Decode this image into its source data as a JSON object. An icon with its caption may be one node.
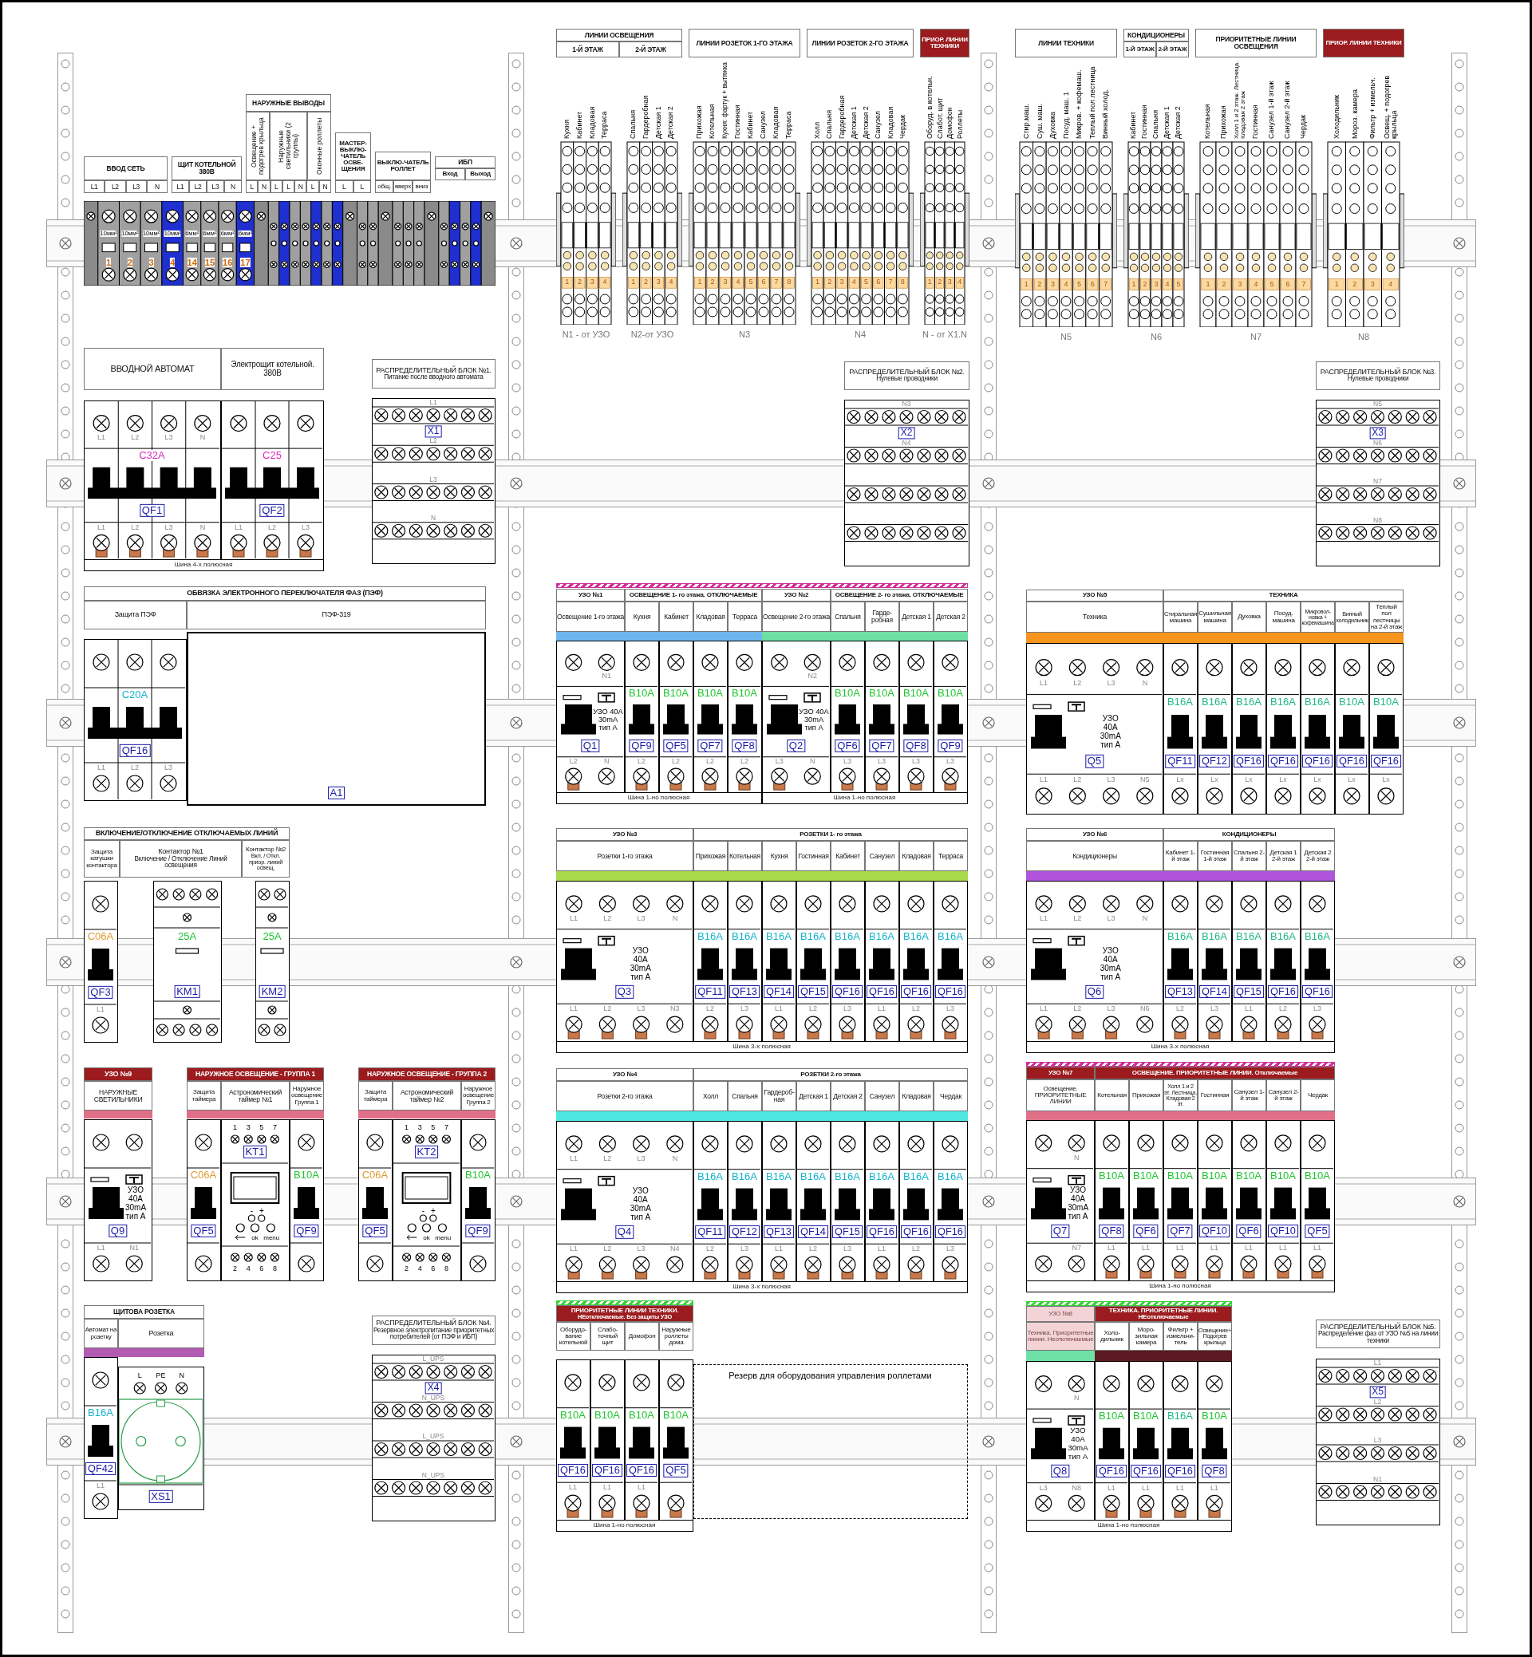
{
  "diagram": {
    "nodes": [
      {
        "text": [
          "ВВОД СЕТЬ"
        ]
      },
      {
        "text": [
          "L1"
        ]
      },
      {
        "text": [
          "L2"
        ]
      },
      {
        "text": [
          "L3"
        ]
      },
      {
        "text": [
          "N"
        ]
      },
      {
        "text": [
          "ЩИТ КОТЕЛЬНОЙ 380В"
        ]
      },
      {
        "text": [
          "L1"
        ]
      },
      {
        "text": [
          "L2"
        ]
      },
      {
        "text": [
          "L3"
        ]
      },
      {
        "text": [
          "N"
        ]
      },
      {
        "text": [
          "НАРУЖНЫЕ ВЫВОДЫ"
        ]
      },
      {
        "text": [
          "Освещение + подогрев крыльца"
        ]
      },
      {
        "text": [
          "Наружные светильники (2 группы)"
        ]
      },
      {
        "text": [
          "Оконные роллеты"
        ]
      },
      {
        "text": [
          "L"
        ]
      },
      {
        "text": [
          "N"
        ]
      },
      {
        "text": [
          "L"
        ]
      },
      {
        "text": [
          "L"
        ]
      },
      {
        "text": [
          "N"
        ]
      },
      {
        "text": [
          "L"
        ]
      },
      {
        "text": [
          "N"
        ]
      },
      {
        "text": [
          "МАСТЕР-ВЫКЛЮ-ЧАТЕЛЬ ОСВЕ-ЩЕНИЯ"
        ]
      },
      {
        "text": [
          "L"
        ]
      },
      {
        "text": [
          "L"
        ]
      },
      {
        "text": [
          "ВЫКЛЮ-ЧАТЕЛЬ РОЛЛЕТ"
        ]
      },
      {
        "text": [
          "общ."
        ]
      },
      {
        "text": [
          "вверх"
        ]
      },
      {
        "text": [
          "вниз"
        ]
      },
      {
        "text": [
          "ИБП"
        ]
      },
      {
        "text": [
          "Вход"
        ]
      },
      {
        "text": [
          "Выход"
        ]
      },
      {
        "text": [
          "10мм²",
          "10мм²",
          "10мм²",
          "10мм²",
          "6мм²",
          "6мм²",
          "6мм²",
          "6мм²",
          "1",
          "2",
          "3",
          "4",
          "14",
          "15",
          "16",
          "17"
        ]
      },
      {
        "text": [
          "ВВОДНОЙ АВТОМАТ"
        ]
      },
      {
        "text": [
          "Электрощит котельной. 380В"
        ]
      },
      {
        "text": [
          "Шина 4-х полюсная"
        ]
      },
      {
        "text": [
          "L1",
          "L2",
          "L3",
          "N",
          "C32A",
          "QF1",
          "L1",
          "L2",
          "L3",
          "N"
        ],
        "in": 34
      },
      {
        "text": [
          "C25",
          "QF2",
          "L1",
          "L2",
          "L3"
        ],
        "in": 34
      },
      {
        "text": [
          "РАСПРЕДЕЛИТЕЛЬНЫЙ БЛОК №1.",
          "Питание после вводного автомата"
        ]
      },
      {
        "text": [
          "L1",
          "X1",
          "L2",
          "L3",
          "N"
        ]
      },
      {
        "text": [
          "ОБВЯЗКА ЭЛЕКТРОННОГО ПЕРЕКЛЮЧАТЕЛЯ ФАЗ (ПЭФ)"
        ]
      },
      {
        "text": [
          "Защита ПЭФ"
        ]
      },
      {
        "text": [
          "ПЭФ-319"
        ]
      },
      {
        "text": [
          "C20A",
          "QF16",
          "L1",
          "L2",
          "L3"
        ]
      },
      {
        "text": [
          "A1"
        ]
      },
      {
        "text": [
          "ВКЛЮЧЕНИЕ/ОТКЛЮЧЕНИЕ ОТКЛЮЧАЕМЫХ ЛИНИЙ"
        ]
      },
      {
        "text": [
          "Защита катушки контактора"
        ]
      },
      {
        "text": [
          "Контактор №1",
          "Включение / Отключение Линий освещения"
        ]
      },
      {
        "text": [
          "Контактор №2",
          "Вкл. / Откл. приор. линий освещ."
        ]
      },
      {
        "text": [
          "C06A",
          "QF3",
          "L1"
        ]
      },
      {
        "text": [
          "25A",
          "KM1"
        ]
      },
      {
        "text": [
          "25A",
          "KM2"
        ]
      },
      {
        "text": [
          "УЗО №9"
        ]
      },
      {
        "text": [
          "НАРУЖНЫЕ СВЕТИЛЬНИКИ"
        ]
      },
      {
        "text": [
          "УЗО 40A 30mA тип А",
          "Q9",
          "L1",
          "N1"
        ]
      },
      {
        "text": [
          "НАРУЖНОЕ ОСВЕЩЕНИЕ - ГРУППА 1"
        ]
      },
      {
        "text": [
          "Защита таймера"
        ]
      },
      {
        "text": [
          "Астрономический таймер №1"
        ]
      },
      {
        "text": [
          "Наружное освещение Группа 1"
        ]
      },
      {
        "text": [
          "C06A",
          "QF5"
        ]
      },
      {
        "text": [
          "1",
          "3",
          "5",
          "7",
          "KT1",
          "-",
          "+",
          "ok",
          "menu",
          "2",
          "4",
          "6",
          "8"
        ]
      },
      {
        "text": [
          "B10A",
          "QF9"
        ]
      },
      {
        "text": [
          "НАРУЖНОЕ ОСВЕЩЕНИЕ - ГРУППА 2"
        ]
      },
      {
        "text": [
          "Защита таймера"
        ]
      },
      {
        "text": [
          "Астрономический таймер №2"
        ]
      },
      {
        "text": [
          "Наружное освещение Группа 2"
        ]
      },
      {
        "text": [
          "C06A",
          "QF5"
        ]
      },
      {
        "text": [
          "1",
          "3",
          "5",
          "7",
          "KT2",
          "-",
          "+",
          "ok",
          "menu",
          "2",
          "4",
          "6",
          "8"
        ]
      },
      {
        "text": [
          "B10A",
          "QF9"
        ]
      },
      {
        "text": [
          "ЩИТОВА РОЗЕТКА"
        ]
      },
      {
        "text": [
          "Автомат на розетку"
        ]
      },
      {
        "text": [
          "Розетка"
        ]
      },
      {
        "text": [
          "B16A",
          "QF42",
          "L1"
        ]
      },
      {
        "text": [
          "L",
          "PE",
          "N",
          "XS1"
        ]
      },
      {
        "text": [
          "РАСПРЕДЕЛИТЕЛЬНЫЙ БЛОК №4.",
          "Резервное электропитание приоритетных потребителей (от ПЭФ и ИБП)"
        ]
      },
      {
        "text": [
          "L_UPS",
          "X4",
          "N_UPS",
          "L_UPS",
          "N_UPS"
        ]
      },
      {
        "text": [
          "ЛИНИИ ОСВЕЩЕНИЯ"
        ]
      },
      {
        "text": [
          "1-Й ЭТАЖ"
        ]
      },
      {
        "text": [
          "2-Й ЭТАЖ"
        ]
      },
      {
        "text": [
          "ЛИНИИ РОЗЕТОК 1-ГО ЭТАЖА"
        ]
      },
      {
        "text": [
          "ЛИНИИ РОЗЕТОК 2-ГО ЭТАЖА"
        ]
      },
      {
        "text": [
          "ПРИОР. ЛИНИИ ТЕХНИКИ"
        ]
      },
      {
        "text": [
          "Кухня",
          "Кабинет",
          "Кладовая",
          "Терраса",
          "1",
          "2",
          "3",
          "4"
        ],
        "beside": [
          "N1 - от УЗО"
        ]
      },
      {
        "text": [
          "Спальня",
          "Гардеробная",
          "Детская 1",
          "Детская 2",
          "1",
          "2",
          "3",
          "4"
        ],
        "beside": [
          "N2-от УЗО"
        ]
      },
      {
        "text": [
          "Прихожая",
          "Котельная",
          "Кухня: фартук + вытяжка",
          "Гостинная",
          "Кабинет",
          "Санузел",
          "Кладовая",
          "Терраса",
          "1",
          "2",
          "3",
          "4",
          "5",
          "6",
          "7",
          "8"
        ],
        "beside": [
          "N3"
        ]
      },
      {
        "text": [
          "Холл",
          "Спальня",
          "Гардеробная",
          "Детская 1",
          "Детская 2",
          "Санузел",
          "Кладовая",
          "Чердак",
          "1",
          "2",
          "3",
          "4",
          "5",
          "6",
          "7",
          "8"
        ],
        "beside": [
          "N4"
        ]
      },
      {
        "text": [
          "Оборуд. в котельн.",
          "Слабот. щит",
          "Домофон",
          "Роллеты",
          "1",
          "2",
          "3",
          "4"
        ],
        "beside": [
          "N - от X1.N"
        ]
      },
      {
        "text": [
          "РАСПРЕДЕЛИТЕЛЬНЫЙ БЛОК №2.",
          "Нулевые проводники"
        ]
      },
      {
        "text": [
          "N3",
          "X2",
          "N4"
        ]
      },
      {
        "text": [
          "УЗО №1"
        ]
      },
      {
        "text": [
          "ОСВЕЩЕНИЕ 1- го этажа. ОТКЛЮЧАЕМЫЕ"
        ]
      },
      {
        "text": [
          "УЗО №2"
        ]
      },
      {
        "text": [
          "ОСВЕЩЕНИЕ 2- го этажа. ОТКЛЮЧАЕМЫЕ"
        ]
      },
      {
        "text": [
          "Освещение 1-го этажа"
        ]
      },
      {
        "text": [
          "Кухня"
        ]
      },
      {
        "text": [
          "Кабинет"
        ]
      },
      {
        "text": [
          "Кладовая"
        ]
      },
      {
        "text": [
          "Терраса"
        ]
      },
      {
        "text": [
          "Освещение 2-го этажа"
        ]
      },
      {
        "text": [
          "Спальня"
        ]
      },
      {
        "text": [
          "Гарде-робная"
        ]
      },
      {
        "text": [
          "Детская 1"
        ]
      },
      {
        "text": [
          "Детская 2"
        ]
      },
      {
        "text": [
          "Шина 1-но полюсная"
        ]
      },
      {
        "text": [
          "N1",
          "УЗО 40A 30mA тип А",
          "Q1",
          "L2",
          "N"
        ],
        "in": 102
      },
      {
        "text": [
          "B10A",
          "QF9",
          "L2"
        ],
        "in": 102
      },
      {
        "text": [
          "B10A",
          "QF5",
          "L2"
        ],
        "in": 102
      },
      {
        "text": [
          "B10A",
          "QF7",
          "L2"
        ],
        "in": 102
      },
      {
        "text": [
          "B10A",
          "QF8",
          "L2"
        ],
        "in": 102
      },
      {
        "text": [
          "Шина 1-но полюсная"
        ]
      },
      {
        "text": [
          "N2",
          "УЗО 40A 30mA тип А",
          "Q2",
          "L3",
          "N"
        ],
        "in": 108
      },
      {
        "text": [
          "B10A",
          "QF6",
          "L3"
        ],
        "in": 108
      },
      {
        "text": [
          "B10A",
          "QF7",
          "L3"
        ],
        "in": 108
      },
      {
        "text": [
          "B10A",
          "QF8",
          "L3"
        ],
        "in": 108
      },
      {
        "text": [
          "B10A",
          "QF9",
          "L3"
        ],
        "in": 108
      },
      {
        "text": [
          "УЗО №3"
        ]
      },
      {
        "text": [
          "РОЗЕТКИ 1- го этажа"
        ]
      },
      {
        "text": [
          "Розетки 1-го этажа"
        ]
      },
      {
        "text": [
          "Прихожая"
        ]
      },
      {
        "text": [
          "Котельная"
        ]
      },
      {
        "text": [
          "Кухня"
        ]
      },
      {
        "text": [
          "Гостинная"
        ]
      },
      {
        "text": [
          "Кабинет"
        ]
      },
      {
        "text": [
          "Санузел"
        ]
      },
      {
        "text": [
          "Кладовая"
        ]
      },
      {
        "text": [
          "Терраса"
        ]
      },
      {
        "text": [
          "Шина 3-х полюсная"
        ]
      },
      {
        "text": [
          "L1",
          "L2",
          "L3",
          "N",
          "УЗО 40A 30mA тип А",
          "Q3",
          "L1",
          "L2",
          "L3",
          "N3"
        ],
        "in": 125
      },
      {
        "text": [
          "B16A",
          "QF11",
          "L2"
        ],
        "in": 125
      },
      {
        "text": [
          "B16A",
          "QF13",
          "L3"
        ],
        "in": 125
      },
      {
        "text": [
          "B16A",
          "QF14",
          "L1"
        ],
        "in": 125
      },
      {
        "text": [
          "B16A",
          "QF15",
          "L2"
        ],
        "in": 125
      },
      {
        "text": [
          "B16A",
          "QF16",
          "L3"
        ],
        "in": 125
      },
      {
        "text": [
          "B16A",
          "QF16",
          "L1"
        ],
        "in": 125
      },
      {
        "text": [
          "B16A",
          "QF16",
          "L2"
        ],
        "in": 125
      },
      {
        "text": [
          "B16A",
          "QF16",
          "L3"
        ],
        "in": 125
      },
      {
        "text": [
          "УЗО №4"
        ]
      },
      {
        "text": [
          "РОЗЕТКИ 2-го этажа"
        ]
      },
      {
        "text": [
          "Розетки 2-го этажа"
        ]
      },
      {
        "text": [
          "Холл"
        ]
      },
      {
        "text": [
          "Спальня"
        ]
      },
      {
        "text": [
          "Гардероб-ная"
        ]
      },
      {
        "text": [
          "Детская 1"
        ]
      },
      {
        "text": [
          "Детская 2"
        ]
      },
      {
        "text": [
          "Санузел"
        ]
      },
      {
        "text": [
          "Кладовая"
        ]
      },
      {
        "text": [
          "Чердак"
        ]
      },
      {
        "text": [
          "Шина 3-х полюсная"
        ]
      },
      {
        "text": [
          "L1",
          "L2",
          "L3",
          "N",
          "УЗО 40A 30mA тип А",
          "Q4",
          "L1",
          "L2",
          "L3",
          "N4"
        ],
        "in": 146
      },
      {
        "text": [
          "B16A",
          "QF11",
          "L2"
        ],
        "in": 146
      },
      {
        "text": [
          "B16A",
          "QF12",
          "L3"
        ],
        "in": 146
      },
      {
        "text": [
          "B16A",
          "QF13",
          "L1"
        ],
        "in": 146
      },
      {
        "text": [
          "B16A",
          "QF14",
          "L2"
        ],
        "in": 146
      },
      {
        "text": [
          "B16A",
          "QF15",
          "L3"
        ],
        "in": 146
      },
      {
        "text": [
          "B16A",
          "QF16",
          "L1"
        ],
        "in": 146
      },
      {
        "text": [
          "B16A",
          "QF16",
          "L2"
        ],
        "in": 146
      },
      {
        "text": [
          "B16A",
          "QF16",
          "L3"
        ],
        "in": 146
      },
      {
        "text": [
          "ПРИОРИТЕТНЫЕ ЛИНИИ ТЕХНИКИ.",
          "НЕотключаемые. Без защиты УЗО"
        ]
      },
      {
        "text": [
          "Оборудо-вание котельной"
        ]
      },
      {
        "text": [
          "Слабо-точный щит"
        ]
      },
      {
        "text": [
          "Домофон"
        ]
      },
      {
        "text": [
          "Наружные роллеты дома"
        ]
      },
      {
        "text": [
          "Шина 1-но полюсная"
        ]
      },
      {
        "text": [
          "B10A",
          "QF16",
          "L1"
        ],
        "in": 161
      },
      {
        "text": [
          "B10A",
          "QF16",
          "L1"
        ],
        "in": 161
      },
      {
        "text": [
          "B10A",
          "QF16",
          "L1"
        ],
        "in": 161
      },
      {
        "text": [
          "B10A",
          "QF5"
        ],
        "in": 161
      },
      {
        "text": [
          "Резерв для оборудования управления роллетами"
        ]
      },
      {
        "text": [
          "ЛИНИИ ТЕХНИКИ"
        ]
      },
      {
        "text": [
          "КОНДИЦИОНЕРЫ"
        ]
      },
      {
        "text": [
          "1-Й ЭТАЖ"
        ]
      },
      {
        "text": [
          "2-Й ЭТАЖ"
        ]
      },
      {
        "text": [
          "ПРИОРИТЕТНЫЕ ЛИНИИ ОСВЕЩЕНИЯ"
        ]
      },
      {
        "text": [
          "ПРИОР. ЛИНИИ ТЕХНИКИ"
        ]
      },
      {
        "text": [
          "Стир.маш.",
          "Суш. маш.",
          "Духовка",
          "Посуд. маш. 1",
          "Микров. + кофемаш.",
          "Теплый пол лестница",
          "Винный холод.",
          "1",
          "2",
          "3",
          "4",
          "5",
          "6",
          "7"
        ],
        "beside": [
          "N5"
        ]
      },
      {
        "text": [
          "Кабинет",
          "Гостинная",
          "Спальня",
          "Детская 1",
          "Детская 2",
          "1",
          "2",
          "3",
          "4",
          "5"
        ],
        "beside": [
          "N6"
        ]
      },
      {
        "text": [
          "Котельная",
          "Прихожая",
          "Холл 1 и 2 этаж. Лестница. Кладовая 2 этаж",
          "Гостинная",
          "Санузел 1-й этаж",
          "Санузел 2-й этаж",
          "Чердак",
          "1",
          "2",
          "3",
          "4",
          "5",
          "6",
          "7"
        ],
        "beside": [
          "N7"
        ]
      },
      {
        "text": [
          "Холодильник",
          "Мороз. камера",
          "Фильтр + измельч.",
          "Освещ. + подогрев крыльца",
          "1",
          "2",
          "3",
          "4"
        ],
        "beside": [
          "N8"
        ]
      },
      {
        "text": [
          "РАСПРЕДЕЛИТЕЛЬНЫЙ БЛОК №3.",
          "Нулевые проводники"
        ]
      },
      {
        "text": [
          "N5",
          "X3",
          "N6",
          "N7",
          "N8"
        ]
      },
      {
        "text": [
          "УЗО №5"
        ]
      },
      {
        "text": [
          "ТЕХНИКА"
        ]
      },
      {
        "text": [
          "Техника"
        ]
      },
      {
        "text": [
          "Стиральная машина"
        ]
      },
      {
        "text": [
          "Сушильная машина"
        ]
      },
      {
        "text": [
          "Духовка"
        ]
      },
      {
        "text": [
          "Посуд. машина"
        ]
      },
      {
        "text": [
          "Микровол-новка + кофемашина"
        ]
      },
      {
        "text": [
          "Винный холодильник"
        ]
      },
      {
        "text": [
          "Теплый пол лестницы на 2-й этаж"
        ]
      },
      {
        "text": [
          "L1",
          "L2",
          "L3",
          "N",
          "УЗО 40A 30mA тип А",
          "Q5",
          "L1",
          "L2",
          "L3",
          "N5"
        ]
      },
      {
        "text": [
          "B16A",
          "QF11",
          "Lx"
        ]
      },
      {
        "text": [
          "B16A",
          "QF12",
          "Lx"
        ]
      },
      {
        "text": [
          "B16A",
          "QF16",
          "Lx"
        ]
      },
      {
        "text": [
          "B16A",
          "QF16",
          "Lx"
        ]
      },
      {
        "text": [
          "B16A",
          "QF16",
          "Lx"
        ]
      },
      {
        "text": [
          "B10A",
          "QF16",
          "Lx"
        ]
      },
      {
        "text": [
          "B10A",
          "QF16",
          "Lx"
        ]
      },
      {
        "text": [
          "УЗО №6"
        ]
      },
      {
        "text": [
          "КОНДИЦИОНЕРЫ"
        ]
      },
      {
        "text": [
          "Кондиционеры"
        ]
      },
      {
        "text": [
          "Кабинет 1-й этаж"
        ]
      },
      {
        "text": [
          "Гостинная 1-й этаж"
        ]
      },
      {
        "text": [
          "Спальня 2-й этаж"
        ]
      },
      {
        "text": [
          "Детская 1 2-й этаж"
        ]
      },
      {
        "text": [
          "Детская 2 2-й этаж"
        ]
      },
      {
        "text": [
          "Шина 3-х полюсная"
        ]
      },
      {
        "text": [
          "L1",
          "L2",
          "L3",
          "N",
          "УЗО 40A 30mA тип А",
          "Q6",
          "L1",
          "L2",
          "L3",
          "N6"
        ],
        "in": 205
      },
      {
        "text": [
          "B16A",
          "QF13",
          "L2"
        ],
        "in": 205
      },
      {
        "text": [
          "B16A",
          "QF14",
          "L3"
        ],
        "in": 205
      },
      {
        "text": [
          "B16A",
          "QF15",
          "L1"
        ],
        "in": 205
      },
      {
        "text": [
          "B16A",
          "QF16",
          "L2"
        ],
        "in": 205
      },
      {
        "text": [
          "B16A",
          "QF16",
          "L3"
        ],
        "in": 205
      },
      {
        "text": [
          "УЗО №7"
        ]
      },
      {
        "text": [
          "ОСВЕЩЕНИЕ. ПРИОРИТЕТНЫЕ ЛИНИИ. Отключаемые"
        ]
      },
      {
        "text": [
          "Освещение. ПРИОРИТЕТНЫЕ ЛИНИИ"
        ]
      },
      {
        "text": [
          "Котельная"
        ]
      },
      {
        "text": [
          "Прихожая"
        ]
      },
      {
        "text": [
          "Холл 1 и 2 эт. Лестница. Кладовая 2 эт."
        ]
      },
      {
        "text": [
          "Гостинная"
        ]
      },
      {
        "text": [
          "Санузел 1-й этаж"
        ]
      },
      {
        "text": [
          "Санузел 2-й этаж"
        ]
      },
      {
        "text": [
          "Чердак"
        ]
      },
      {
        "text": [
          "Шина 1-но полюсная"
        ]
      },
      {
        "text": [
          "N",
          "УЗО 40A 30mA тип А",
          "Q7",
          "N7"
        ],
        "in": 222
      },
      {
        "text": [
          "B10A",
          "QF8",
          "L1"
        ],
        "in": 222
      },
      {
        "text": [
          "B10A",
          "QF6",
          "L1"
        ],
        "in": 222
      },
      {
        "text": [
          "B10A",
          "QF7",
          "L1"
        ],
        "in": 222
      },
      {
        "text": [
          "B10A",
          "QF10",
          "L1"
        ],
        "in": 222
      },
      {
        "text": [
          "B10A",
          "QF6",
          "L1"
        ],
        "in": 222
      },
      {
        "text": [
          "B10A",
          "QF10",
          "L1"
        ],
        "in": 222
      },
      {
        "text": [
          "B10A",
          "QF5",
          "L1"
        ],
        "in": 222
      },
      {
        "text": [
          "УЗО №8"
        ]
      },
      {
        "text": [
          "ТЕХНИКА. ПРИОРИТЕТНЫЕ ЛИНИИ. НЕотключаемые"
        ]
      },
      {
        "text": [
          "Техника. Приоритетные линии. Неотключаемые"
        ]
      },
      {
        "text": [
          "Холо-дильник"
        ]
      },
      {
        "text": [
          "Моро-зильная камера"
        ]
      },
      {
        "text": [
          "Фильтр + измельчи-тель"
        ]
      },
      {
        "text": [
          "Освещение+ Подогрев крыльца"
        ]
      },
      {
        "text": [
          "Шина 1-но полюсная"
        ]
      },
      {
        "text": [
          "N",
          "УЗО 40A 30mA тип А",
          "Q8",
          "L3",
          "N8"
        ],
        "in": 238
      },
      {
        "text": [
          "B10A",
          "QF16",
          "L1"
        ],
        "in": 238
      },
      {
        "text": [
          "B10A",
          "QF16",
          "L1"
        ],
        "in": 238
      },
      {
        "text": [
          "B16A",
          "QF16",
          "L1"
        ],
        "in": 238
      },
      {
        "text": [
          "B10A",
          "QF8",
          "L1"
        ],
        "in": 238
      },
      {
        "text": [
          "РАСПРЕДЕЛИТЕЛЬНЫЙ БЛОК №5.",
          "Распределение фаз от УЗО №5 на линии техники"
        ]
      },
      {
        "text": [
          "L1",
          "X5",
          "L2",
          "L3",
          "N1"
        ]
      }
    ]
  }
}
